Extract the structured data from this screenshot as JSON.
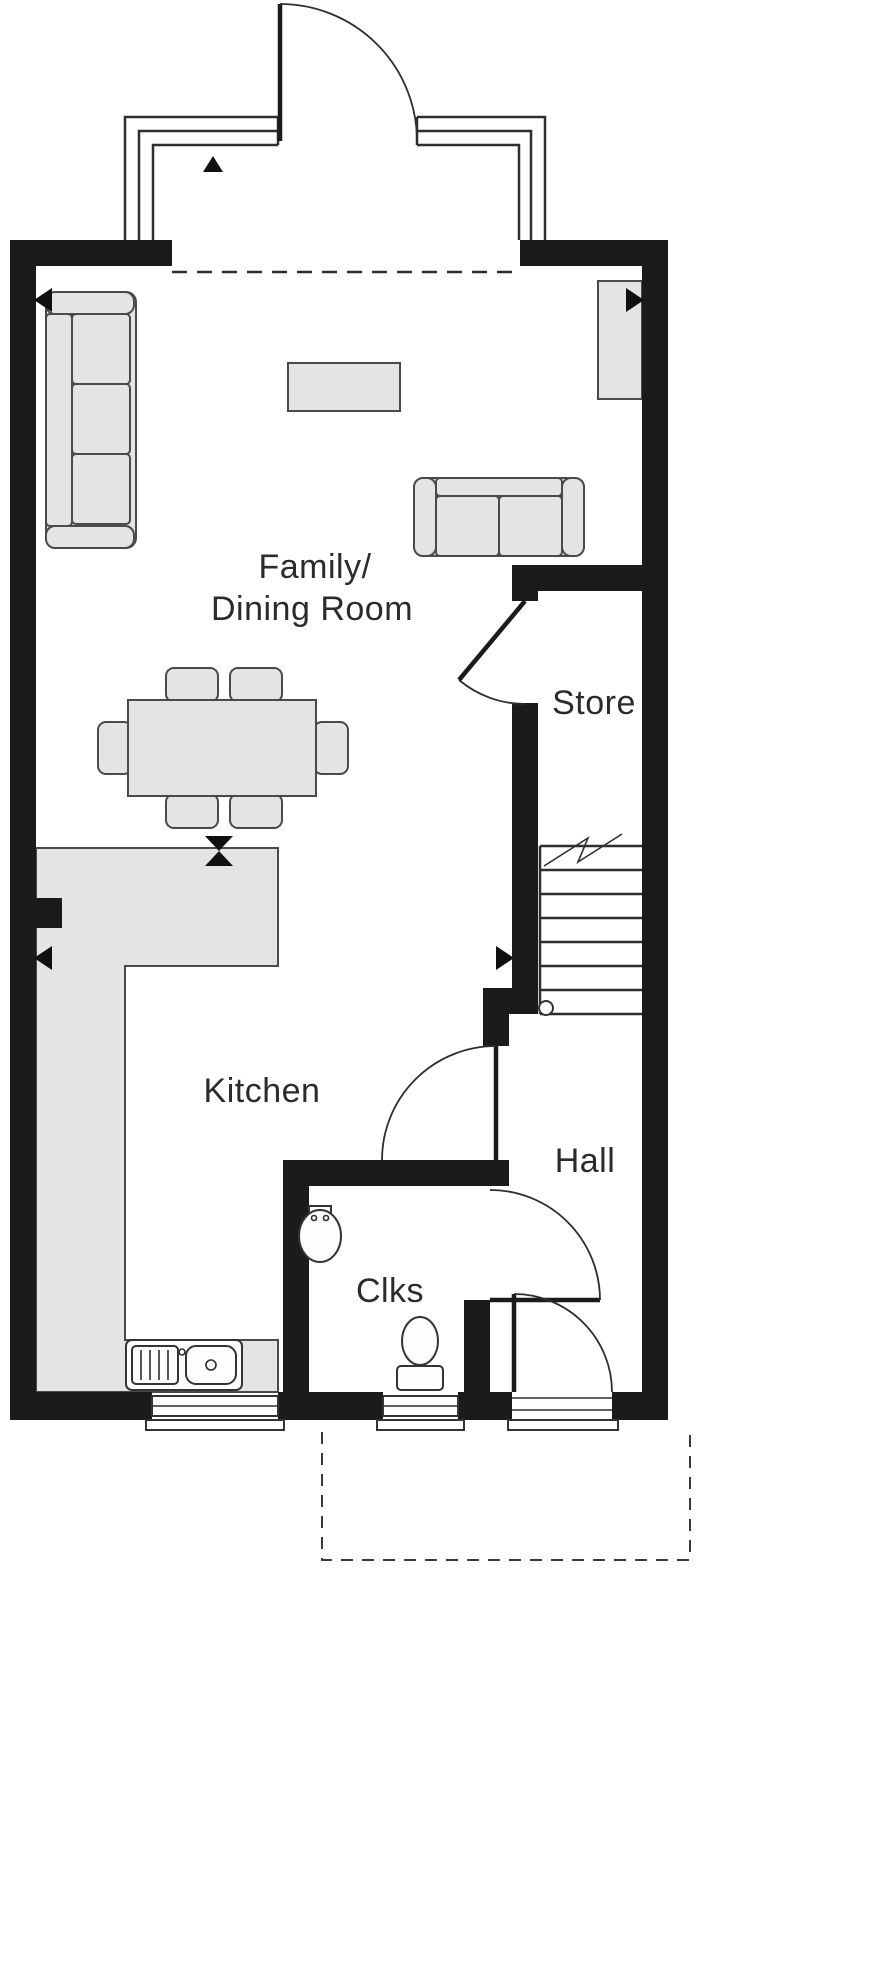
{
  "plan": {
    "labels": {
      "family_line1": "Family/",
      "family_line2": "Dining Room",
      "store": "Store",
      "kitchen": "Kitchen",
      "hall": "Hall",
      "clks": "Clks"
    },
    "colors": {
      "background": "#ffffff",
      "wall": "#1b1b1b",
      "line": "#2e2e2e",
      "furniture_fill": "#e4e4e4",
      "furniture_stroke": "#4a4a4a",
      "text": "#2b2b2b"
    },
    "symbols": {
      "doors": [
        "patio-door",
        "store-door",
        "kitchen-door",
        "clks-door",
        "front-door"
      ],
      "windows": [
        "bay-window",
        "kitchen-window",
        "clks-window"
      ],
      "fixtures": [
        "stairs",
        "kitchen-worktop",
        "kitchen-sink",
        "wc-toilet",
        "wc-basin"
      ],
      "furniture": [
        "three-seat-sofa",
        "two-seat-sofa",
        "coffee-table",
        "media-unit",
        "dining-table",
        "dining-chairs"
      ]
    }
  }
}
